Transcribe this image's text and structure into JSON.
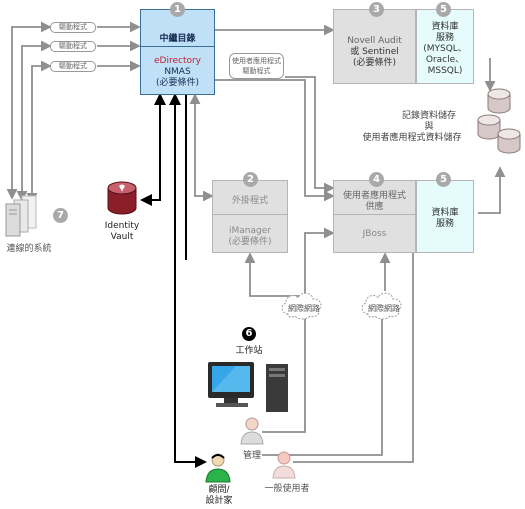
{
  "badges": {
    "n1": "1",
    "n2": "2",
    "n3": "3",
    "n4": "4",
    "n5a": "5",
    "n5b": "5",
    "n6": "6",
    "n7": "7"
  },
  "central": {
    "title": "中繼目錄",
    "line1": "eDirectory",
    "line2": "NMAS",
    "line3": "(必要條件)"
  },
  "drivers": [
    "驅動程式",
    "驅動程式",
    "驅動程式"
  ],
  "ua_driver": {
    "line1": "使用者應用程式",
    "line2": "驅動程式"
  },
  "audit": {
    "line1": "Novell Audit",
    "line2": "或 Sentinel",
    "line3": "(必要條件)"
  },
  "db_top": {
    "line1": "資料庫",
    "line2": "服務",
    "line3": "(MYSQL、",
    "line4": "Oracle、",
    "line5": "MSSQL)"
  },
  "storage": {
    "line1": "記錄資料儲存",
    "line2": "與",
    "line3": "使用者應用程式資料儲存"
  },
  "plugin": {
    "top": "外掛程式",
    "bottom1": "iManager",
    "bottom2": "(必要條件)"
  },
  "userapp": {
    "top1": "使用者應用程式",
    "top2": "供應",
    "bottom": "JBoss"
  },
  "db_mid": {
    "line1": "資料庫",
    "line2": "服務"
  },
  "vault": {
    "line1": "Identity",
    "line2": "Vault"
  },
  "connected": {
    "label": "連線的系統"
  },
  "network": [
    "網際網路",
    "網際網路"
  ],
  "workstation": {
    "label": "工作站"
  },
  "roles": {
    "admin": "管理",
    "consultant1": "顧問/",
    "consultant2": "設計家",
    "enduser": "一般使用者"
  },
  "colors": {
    "central_fill": "#bfe0f7",
    "box_fill": "#e0e0e0",
    "cyan_fill": "#e6fcfc",
    "line": "#8f8f8f",
    "badge": "#a9a9a9"
  }
}
